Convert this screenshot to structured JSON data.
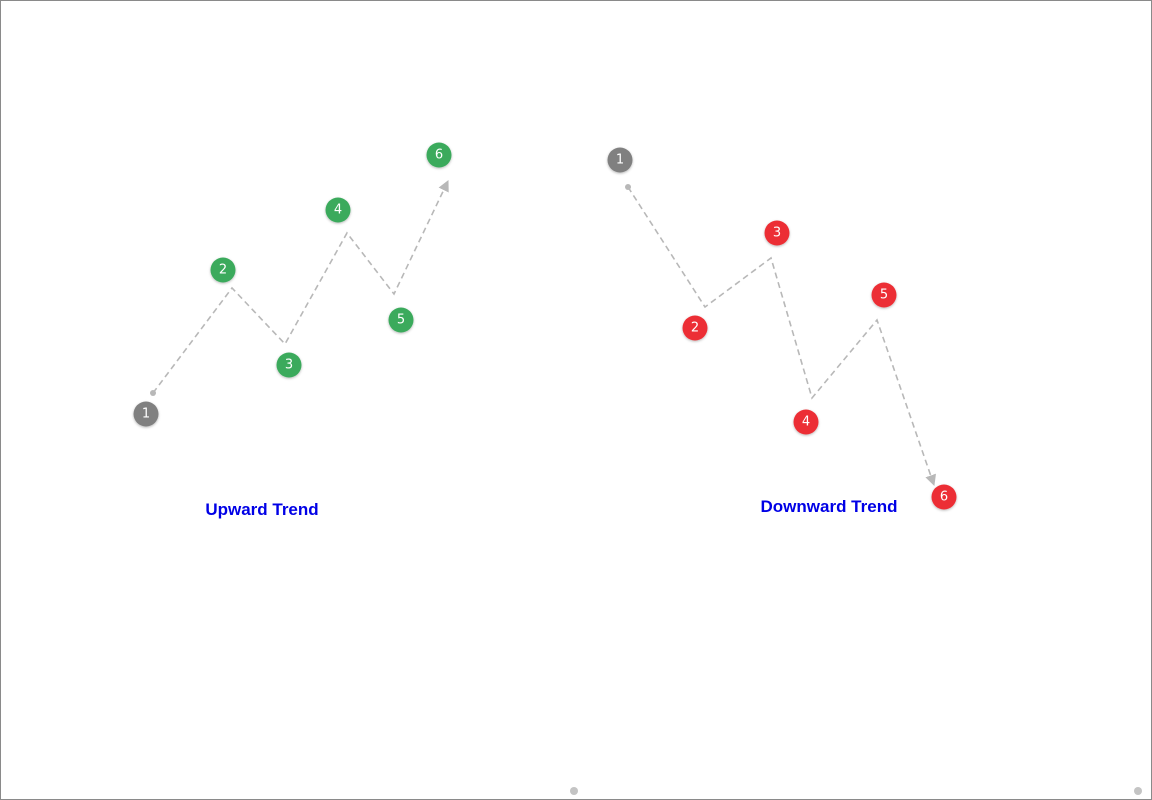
{
  "colors": {
    "neutral_node": "#808080",
    "up_node": "#3aaa5c",
    "down_node": "#ec2f34",
    "path": "#b8b8b8",
    "title": "#0000e6",
    "handle": "#c4c4c4"
  },
  "diagram": {
    "upward": {
      "title": "Upward Trend",
      "points": [
        {
          "label": "1",
          "color_key": "neutral_node"
        },
        {
          "label": "2",
          "color_key": "up_node"
        },
        {
          "label": "3",
          "color_key": "up_node"
        },
        {
          "label": "4",
          "color_key": "up_node"
        },
        {
          "label": "5",
          "color_key": "up_node"
        },
        {
          "label": "6",
          "color_key": "up_node"
        }
      ]
    },
    "downward": {
      "title": "Downward Trend",
      "points": [
        {
          "label": "1",
          "color_key": "neutral_node"
        },
        {
          "label": "2",
          "color_key": "down_node"
        },
        {
          "label": "3",
          "color_key": "down_node"
        },
        {
          "label": "4",
          "color_key": "down_node"
        },
        {
          "label": "5",
          "color_key": "down_node"
        },
        {
          "label": "6",
          "color_key": "down_node"
        }
      ]
    }
  }
}
